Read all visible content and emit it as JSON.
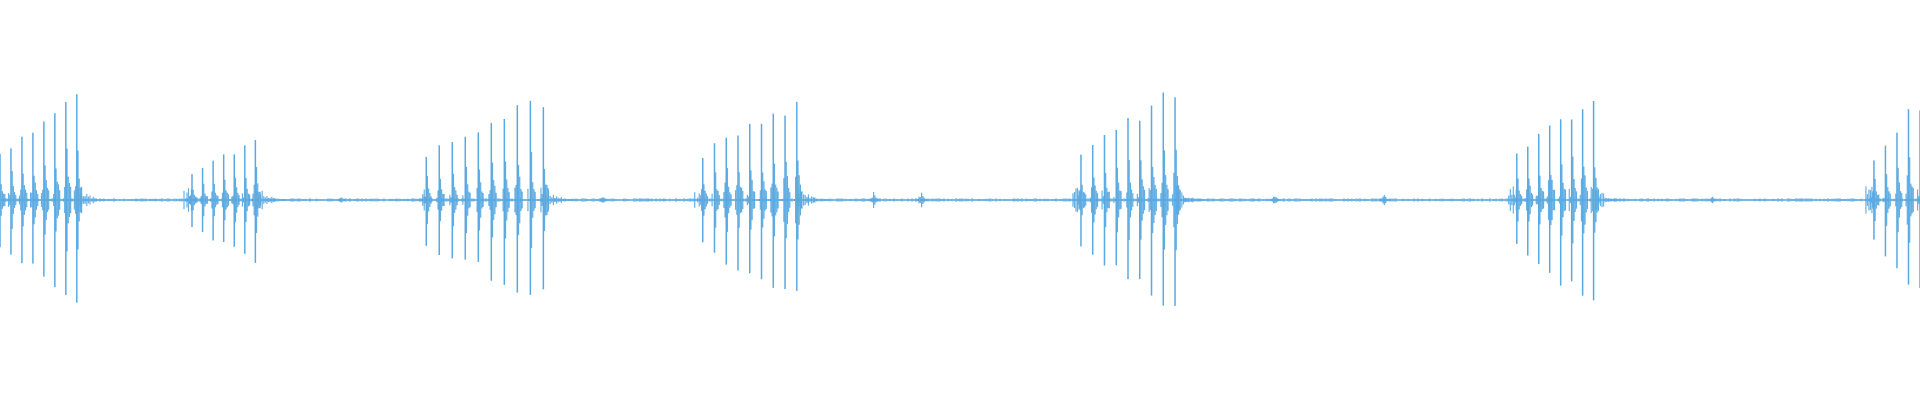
{
  "waveform": {
    "color": "#5aa9e0",
    "background": "#ffffff",
    "description_free": true,
    "bursts": [
      {
        "start": 0.0,
        "end": 0.04,
        "peak": 0.95,
        "pulses": 8
      },
      {
        "start": 0.1,
        "end": 0.133,
        "peak": 0.55,
        "pulses": 7
      },
      {
        "start": 0.222,
        "end": 0.283,
        "peak": 0.92,
        "pulses": 10
      },
      {
        "start": 0.366,
        "end": 0.415,
        "peak": 0.93,
        "pulses": 9
      },
      {
        "start": 0.563,
        "end": 0.612,
        "peak": 0.97,
        "pulses": 9
      },
      {
        "start": 0.79,
        "end": 0.83,
        "peak": 0.98,
        "pulses": 8
      },
      {
        "start": 0.976,
        "end": 1.0,
        "peak": 0.9,
        "pulses": 5
      }
    ],
    "small_blips": [
      {
        "pos": 0.455,
        "peak": 0.06
      },
      {
        "pos": 0.48,
        "peak": 0.07
      },
      {
        "pos": 0.664,
        "peak": 0.04
      },
      {
        "pos": 0.721,
        "peak": 0.04
      },
      {
        "pos": 0.178,
        "peak": 0.03
      },
      {
        "pos": 0.314,
        "peak": 0.03
      },
      {
        "pos": 0.892,
        "peak": 0.03
      }
    ],
    "baseline_noise": 0.012
  }
}
